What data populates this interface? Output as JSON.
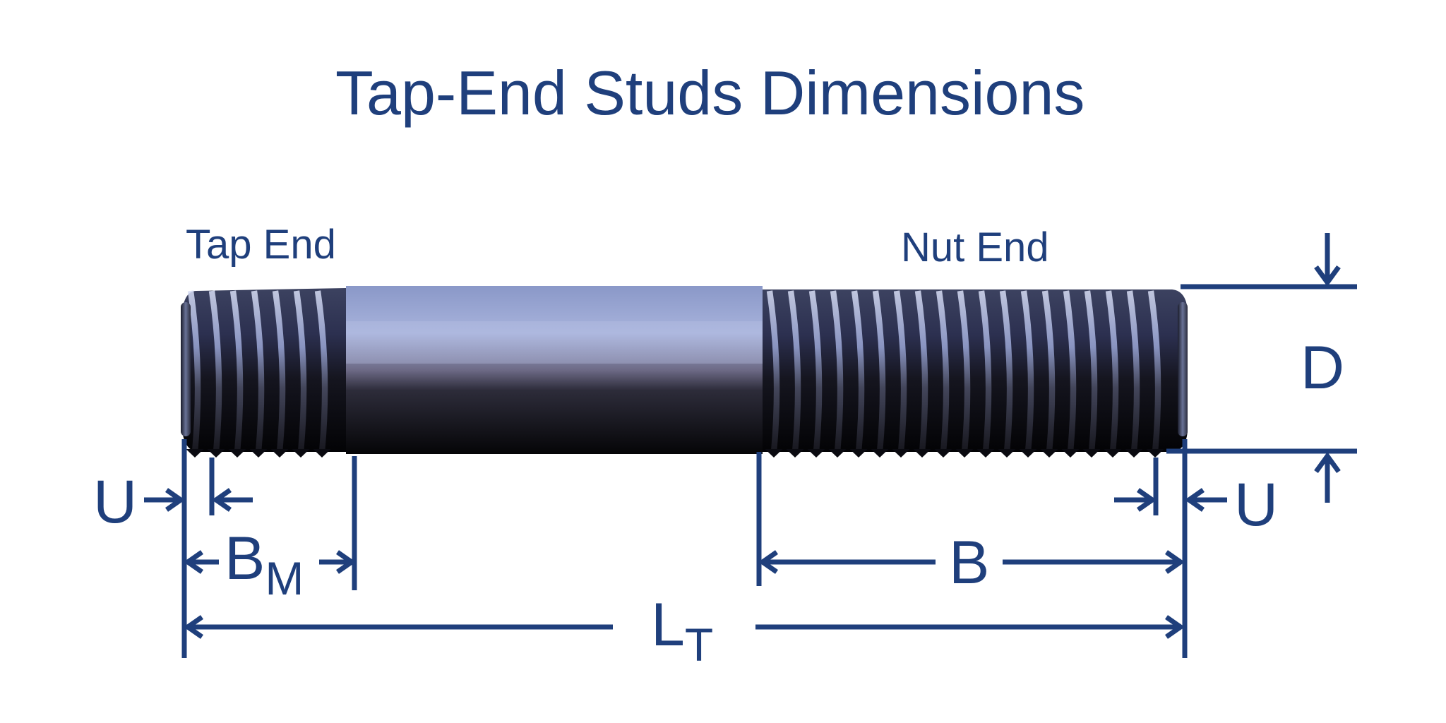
{
  "title": "Tap-End Studs Dimensions",
  "labels": {
    "tap_end": "Tap End",
    "nut_end": "Nut End"
  },
  "dimensions": {
    "d": "D",
    "u_left": "U",
    "u_right": "U",
    "bm_main": "B",
    "bm_sub": "M",
    "b": "B",
    "lt_main": "L",
    "lt_sub": "T"
  },
  "colors": {
    "dimension": "#1f3f7c",
    "stud_dark": "#0d0d14",
    "stud_light": "#a9b4dc"
  }
}
